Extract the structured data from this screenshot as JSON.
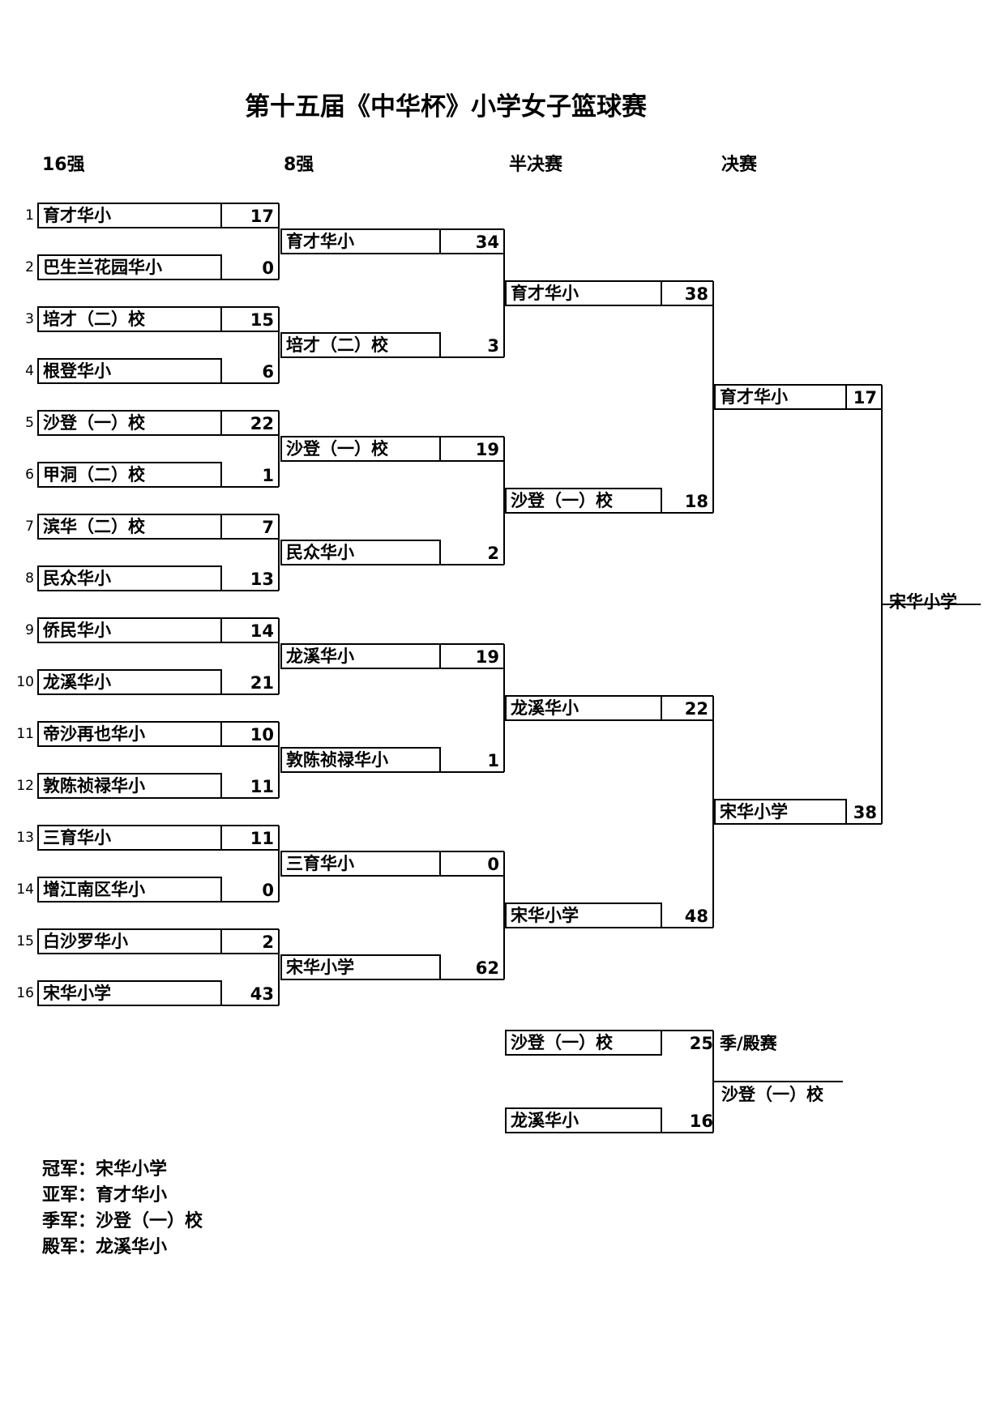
{
  "title": "第十五届《中华杯》小学女子篮球赛",
  "rounds": [
    "16强",
    "8强",
    "半决赛",
    "决赛"
  ],
  "round16": [
    {
      "seed": "1",
      "team": "育才华小",
      "score": "17"
    },
    {
      "seed": "2",
      "team": "巴生兰花园华小",
      "score": "0"
    },
    {
      "seed": "3",
      "team": "培才（二）校",
      "score": "15"
    },
    {
      "seed": "4",
      "team": "根登华小",
      "score": "6"
    },
    {
      "seed": "5",
      "team": "沙登（一）校",
      "score": "22"
    },
    {
      "seed": "6",
      "team": "甲洞（二）校",
      "score": "1"
    },
    {
      "seed": "7",
      "team": "滨华（二）校",
      "score": "7"
    },
    {
      "seed": "8",
      "team": "民众华小",
      "score": "13"
    },
    {
      "seed": "9",
      "team": "侨民华小",
      "score": "14"
    },
    {
      "seed": "10",
      "team": "龙溪华小",
      "score": "21"
    },
    {
      "seed": "11",
      "team": "帝沙再也华小",
      "score": "10"
    },
    {
      "seed": "12",
      "team": "敦陈祯禄华小",
      "score": "11"
    },
    {
      "seed": "13",
      "team": "三育华小",
      "score": "11"
    },
    {
      "seed": "14",
      "team": "增江南区华小",
      "score": "0"
    },
    {
      "seed": "15",
      "team": "白沙罗华小",
      "score": "2"
    },
    {
      "seed": "16",
      "team": "宋华小学",
      "score": "43"
    }
  ],
  "quarterfinals": [
    {
      "team": "育才华小",
      "score": "34"
    },
    {
      "team": "培才（二）校",
      "score": "3"
    },
    {
      "team": "沙登（一）校",
      "score": "19"
    },
    {
      "team": "民众华小",
      "score": "2"
    },
    {
      "team": "龙溪华小",
      "score": "19"
    },
    {
      "team": "敦陈祯禄华小",
      "score": "1"
    },
    {
      "team": "三育华小",
      "score": "0"
    },
    {
      "team": "宋华小学",
      "score": "62"
    }
  ],
  "semifinals": [
    {
      "team": "育才华小",
      "score": "38"
    },
    {
      "team": "沙登（一）校",
      "score": "18"
    },
    {
      "team": "龙溪华小",
      "score": "22"
    },
    {
      "team": "宋华小学",
      "score": "48"
    }
  ],
  "final": [
    {
      "team": "育才华小",
      "score": "17"
    },
    {
      "team": "宋华小学",
      "score": "38"
    }
  ],
  "champion": "宋华小学",
  "third_place": {
    "label": "季/殿赛",
    "teams": [
      {
        "team": "沙登（一）校",
        "score": "25"
      },
      {
        "team": "龙溪华小",
        "score": "16"
      }
    ],
    "winner": "沙登（一）校"
  },
  "standings": [
    {
      "label": "冠军：",
      "team": "宋华小学"
    },
    {
      "label": "亚军：",
      "team": "育才华小"
    },
    {
      "label": "季军：",
      "team": "沙登（一）校"
    },
    {
      "label": "殿军：",
      "team": "龙溪华小"
    }
  ]
}
